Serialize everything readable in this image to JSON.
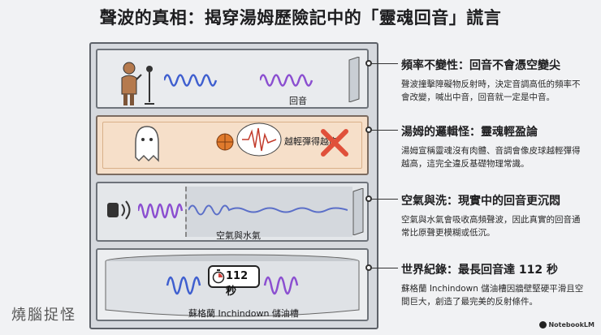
{
  "title": "聲波的真相：揭穿湯姆歷險記中的「靈魂回音」謊言",
  "panels": {
    "echo_label": "回音",
    "bounce_label": "越輕彈得越高",
    "air_label": "空氣與水氣",
    "timer_label": "112 秒",
    "tank_label": "蘇格蘭 Inchindown 儲油槽"
  },
  "sections": [
    {
      "heading": "頻率不變性：回音不會憑空變尖",
      "body": "聲波撞擊障礙物反射時，決定音調高低的頻率不會改變，喊出中音，回音就一定是中音。"
    },
    {
      "heading": "湯姆的邏輯怪：靈魂輕盈論",
      "body": "湯姆宣稱靈魂沒有肉體、音調會像皮球越輕彈得越高，這完全違反基礎物理常識。"
    },
    {
      "heading": "空氣與洗：現實中的回音更沉悶",
      "body": "空氣與水氣會吸收高頻聲波，因此真實的回音通常比原聲更模糊或低沉。"
    },
    {
      "heading": "世界紀錄：最長回音達 112 秒",
      "body": "蘇格蘭 Inchindown 儲油槽因牆壁堅硬平滑且空間巨大，創造了最完美的反射條件。"
    }
  ],
  "watermark": "燒腦捉怪",
  "brand": "NotebookLM",
  "icons": [
    "person-icon",
    "microphone-icon",
    "wave-icon",
    "wall-icon",
    "ghost-icon",
    "basketball-icon",
    "cross-icon",
    "speaker-icon",
    "stopwatch-icon",
    "tank-icon"
  ],
  "colors": {
    "blue_wave": "#3f5fcf",
    "purple_wave": "#8b4fd0",
    "red_cross": "#e0503a",
    "orange_panel": "#f6dfc9"
  }
}
